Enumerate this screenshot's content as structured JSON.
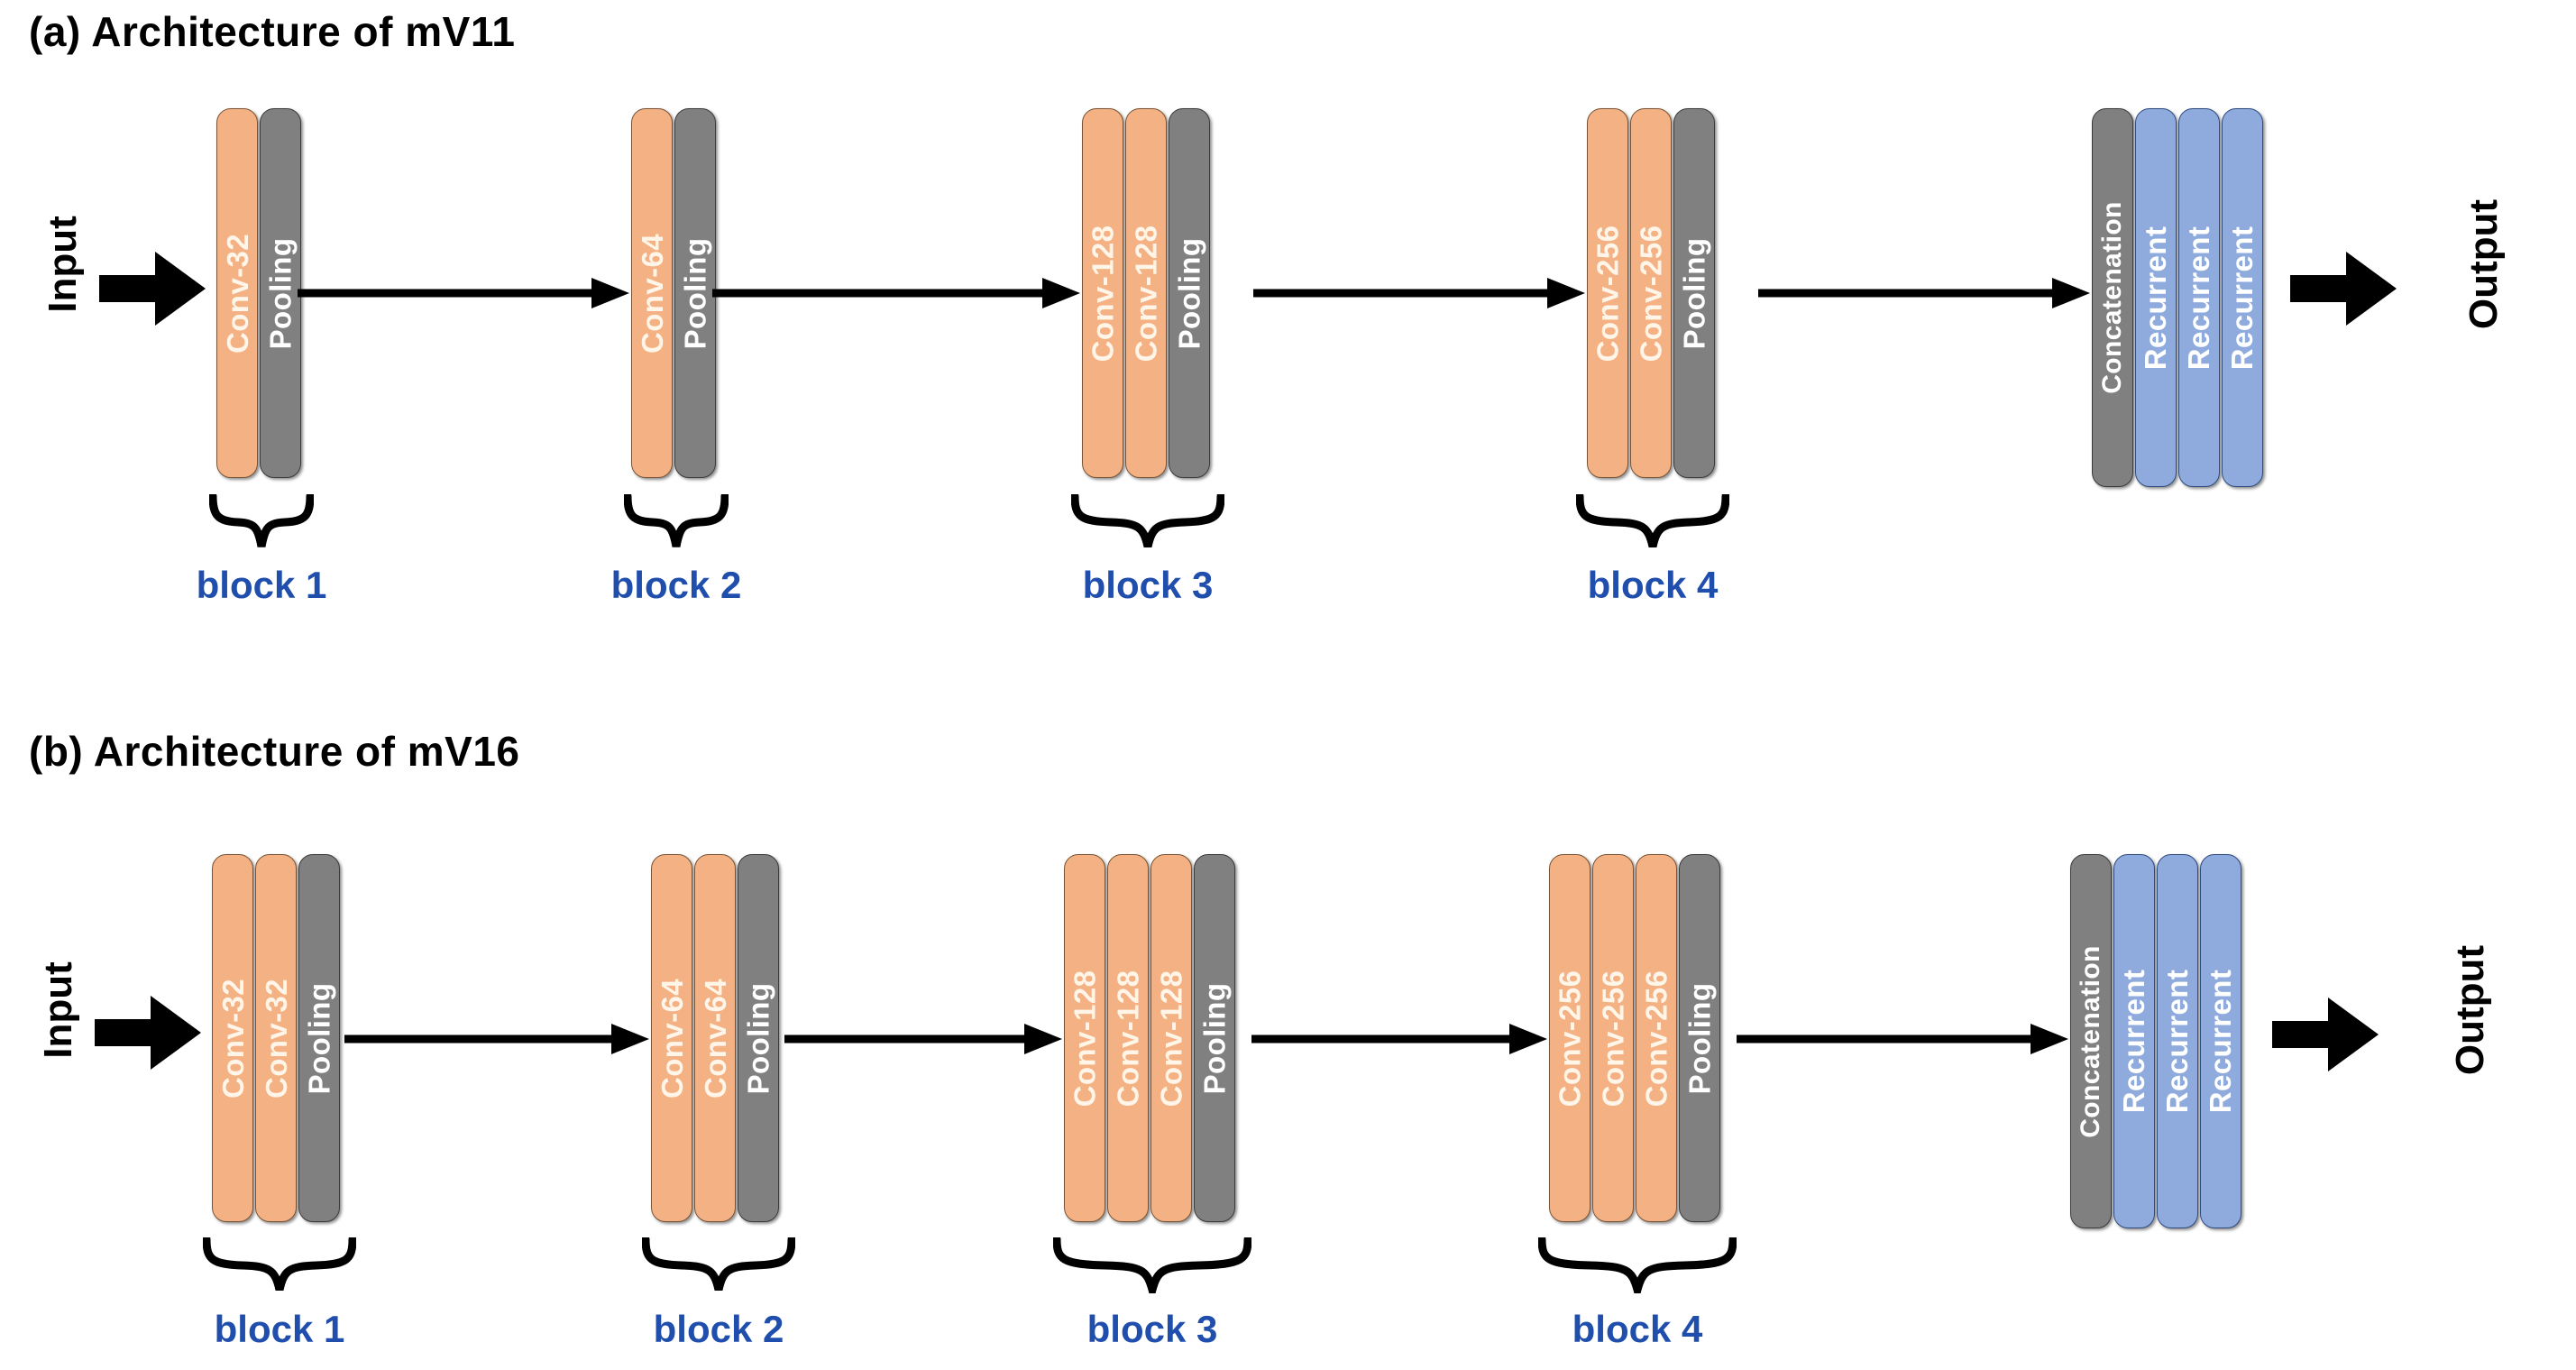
{
  "figure": {
    "background": "#ffffff",
    "colors": {
      "conv": "#F4B183",
      "pool": "#808080",
      "concat": "#808080",
      "recurrent": "#8FAADC",
      "recurrent_border": "#2F4C7E",
      "block_label": "#1F4EAD",
      "arrow": "#000000",
      "title": "#000000"
    }
  },
  "panels": [
    {
      "id": "a",
      "title": "(a) Architecture of mV11",
      "input_label": "Input",
      "output_label": "Output",
      "blocks": [
        {
          "label": "block 1",
          "bars": [
            {
              "text": "Conv-32",
              "kind": "conv"
            },
            {
              "text": "Pooling",
              "kind": "pool"
            }
          ]
        },
        {
          "label": "block 2",
          "bars": [
            {
              "text": "Conv-64",
              "kind": "conv"
            },
            {
              "text": "Pooling",
              "kind": "pool"
            }
          ]
        },
        {
          "label": "block 3",
          "bars": [
            {
              "text": "Conv-128",
              "kind": "conv"
            },
            {
              "text": "Conv-128",
              "kind": "conv"
            },
            {
              "text": "Pooling",
              "kind": "pool"
            }
          ]
        },
        {
          "label": "block 4",
          "bars": [
            {
              "text": "Conv-256",
              "kind": "conv"
            },
            {
              "text": "Conv-256",
              "kind": "conv"
            },
            {
              "text": "Pooling",
              "kind": "pool"
            }
          ]
        }
      ],
      "head": {
        "bars": [
          {
            "text": "Concatenation",
            "kind": "concat"
          },
          {
            "text": "Recurrent",
            "kind": "rec"
          },
          {
            "text": "Recurrent",
            "kind": "rec"
          },
          {
            "text": "Recurrent",
            "kind": "rec"
          }
        ]
      }
    },
    {
      "id": "b",
      "title": "(b) Architecture of mV16",
      "input_label": "Input",
      "output_label": "Output",
      "blocks": [
        {
          "label": "block 1",
          "bars": [
            {
              "text": "Conv-32",
              "kind": "conv"
            },
            {
              "text": "Conv-32",
              "kind": "conv"
            },
            {
              "text": "Pooling",
              "kind": "pool"
            }
          ]
        },
        {
          "label": "block 2",
          "bars": [
            {
              "text": "Conv-64",
              "kind": "conv"
            },
            {
              "text": "Conv-64",
              "kind": "conv"
            },
            {
              "text": "Pooling",
              "kind": "pool"
            }
          ]
        },
        {
          "label": "block 3",
          "bars": [
            {
              "text": "Conv-128",
              "kind": "conv"
            },
            {
              "text": "Conv-128",
              "kind": "conv"
            },
            {
              "text": "Conv-128",
              "kind": "conv"
            },
            {
              "text": "Pooling",
              "kind": "pool"
            }
          ]
        },
        {
          "label": "block 4",
          "bars": [
            {
              "text": "Conv-256",
              "kind": "conv"
            },
            {
              "text": "Conv-256",
              "kind": "conv"
            },
            {
              "text": "Conv-256",
              "kind": "conv"
            },
            {
              "text": "Pooling",
              "kind": "pool"
            }
          ]
        }
      ],
      "head": {
        "bars": [
          {
            "text": "Concatenation",
            "kind": "concat"
          },
          {
            "text": "Recurrent",
            "kind": "rec"
          },
          {
            "text": "Recurrent",
            "kind": "rec"
          },
          {
            "text": "Recurrent",
            "kind": "rec"
          }
        ]
      }
    }
  ]
}
